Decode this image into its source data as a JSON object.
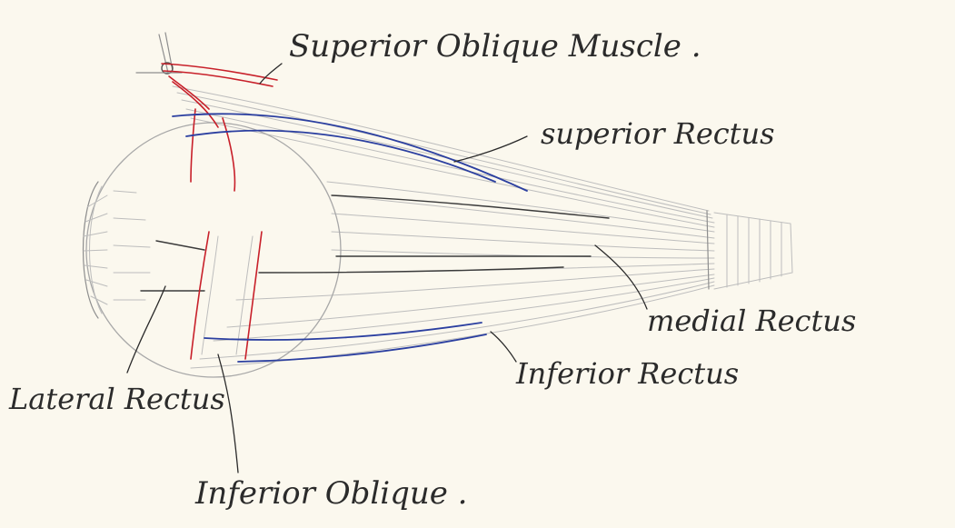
{
  "labels": {
    "superior_oblique": "Superior Oblique Muscle .",
    "superior_rectus": "superior Rectus",
    "medial_rectus": "medial Rectus",
    "inferior_rectus": "Inferior Rectus",
    "lateral_rectus": "Lateral Rectus",
    "inferior_oblique": "Inferior Oblique ."
  },
  "colors": {
    "paper": "#fbf8ee",
    "ink": "#2b2b2b",
    "pencil": "#bdbdbd",
    "red": "#c8202a",
    "blue": "#2b3fa0"
  }
}
